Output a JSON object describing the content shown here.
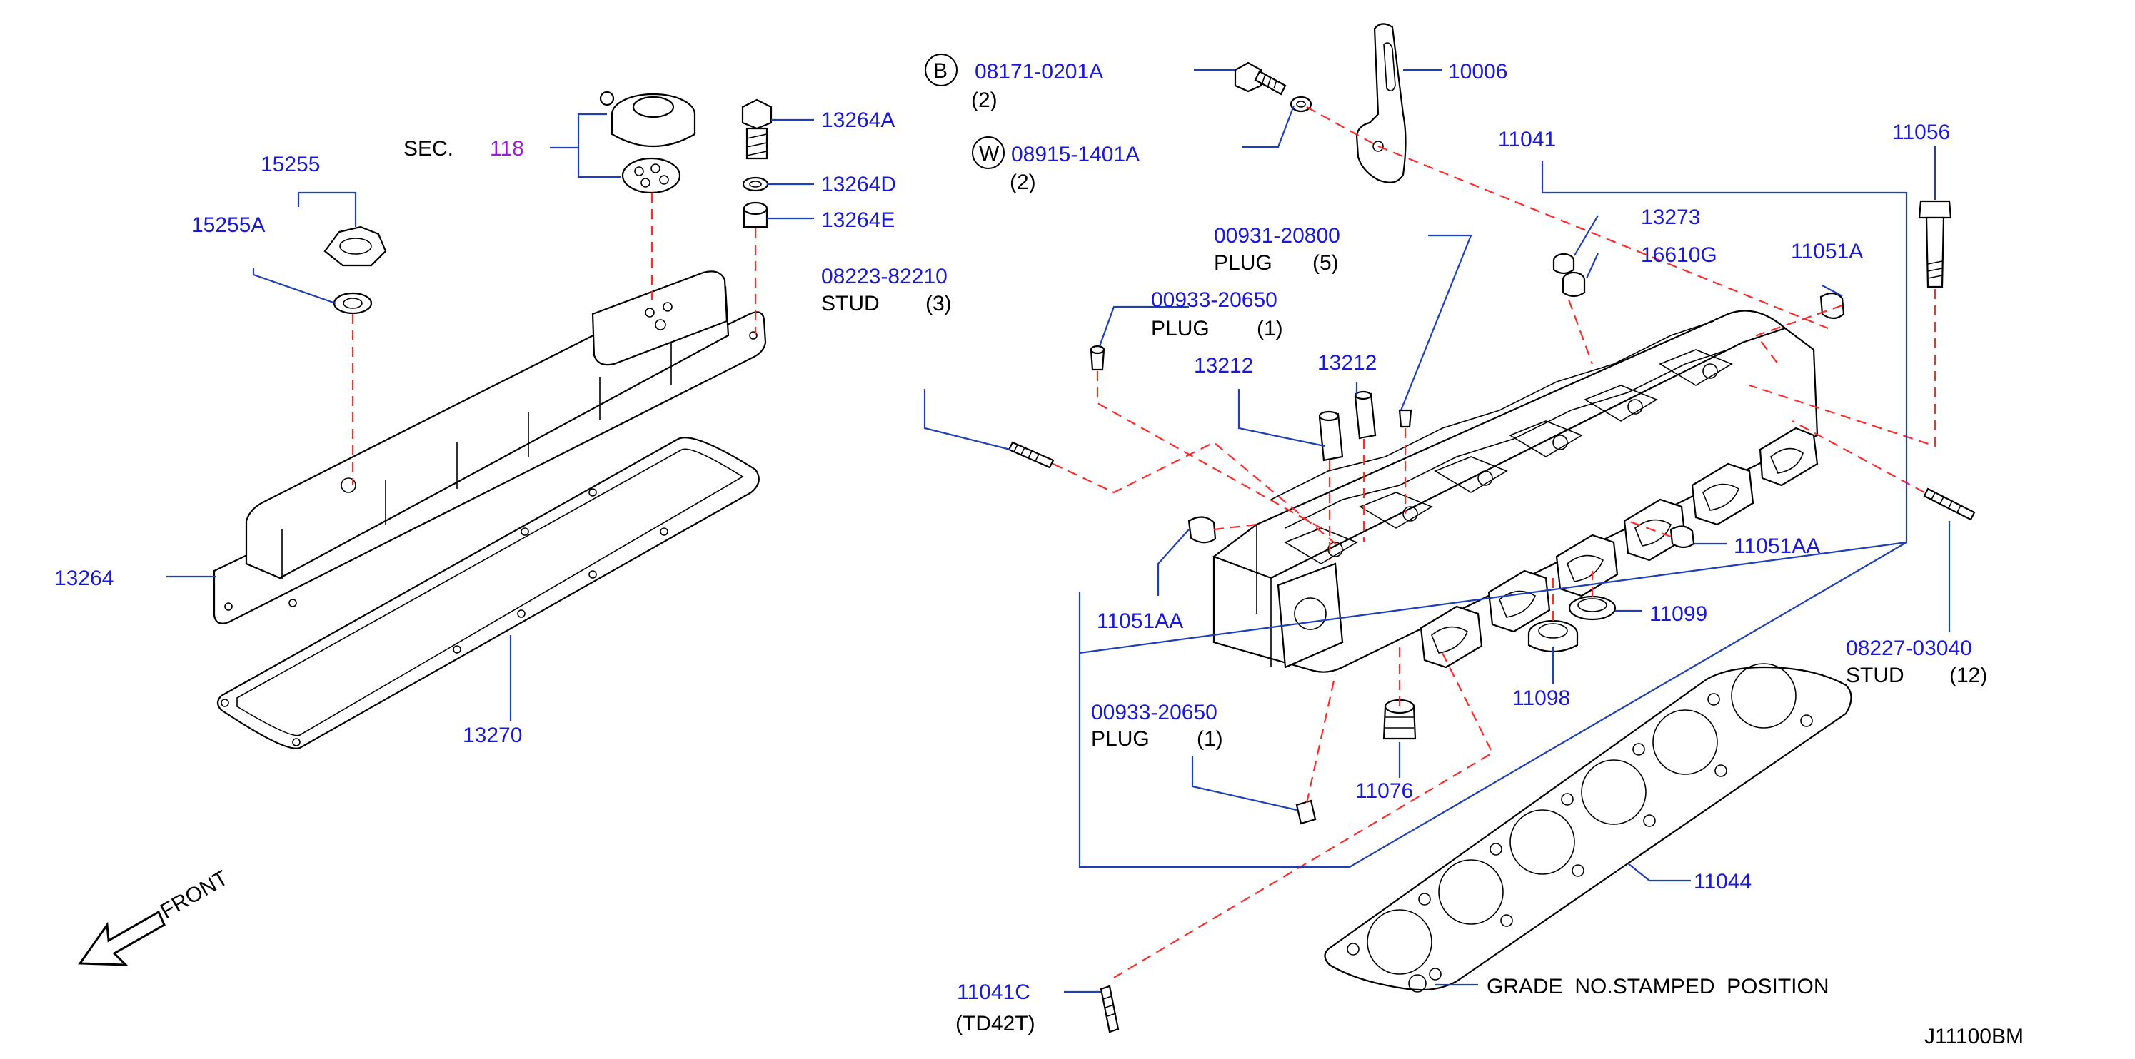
{
  "diagram_code": "J11100BM",
  "front_label": "FRONT",
  "sec_label": "SEC.",
  "sec_number": "118",
  "callouts": {
    "p15255": "15255",
    "p15255a": "15255A",
    "p13264": "13264",
    "p13270": "13270",
    "p13264a": "13264A",
    "p13264d": "13264D",
    "p13264e": "13264E",
    "p08223": "08223-82210",
    "stud_a_word": "STUD",
    "stud_a_qty": "(3)",
    "p08171": "08171-0201A",
    "p08171_qty": "(2)",
    "p08915": "08915-1401A",
    "p08915_qty": "(2)",
    "b_marker": "B",
    "w_marker": "W",
    "p10006": "10006",
    "p11041": "11041",
    "p11056": "11056",
    "p00931": "00931-20800",
    "plug_a_word": "PLUG",
    "plug_a_qty": "(5)",
    "p00933_top": "00933-20650",
    "plug_b_word": "PLUG",
    "plug_b_qty": "(1)",
    "p13212_left": "13212",
    "p13212_right": "13212",
    "p13273": "13273",
    "p16610g": "16610G",
    "p11051a": "11051A",
    "p11051aa_right": "11051AA",
    "p11051aa_left": "11051AA",
    "p11099": "11099",
    "p11098": "11098",
    "p08227": "08227-03040",
    "stud_b_word": "STUD",
    "stud_b_qty": "(12)",
    "p00933_bottom": "00933-20650",
    "plug_c_word": "PLUG",
    "plug_c_qty": "(1)",
    "p11076": "11076",
    "p11044": "11044",
    "p11041c": "11041C",
    "p11041c_note": "(TD42T)",
    "grade_note": "GRADE  NO.STAMPED  POSITION"
  },
  "colors": {
    "part_number": "#1a1ad6",
    "section_link": "#9b1fd1",
    "leader_line": "#1f3fb6",
    "assembly_dash": "#ff2a2a",
    "outline": "#000000"
  },
  "icons": {
    "front_arrow": "arrow-down-left-icon",
    "b_marker": "circle-letter-icon",
    "w_marker": "circle-letter-icon"
  }
}
